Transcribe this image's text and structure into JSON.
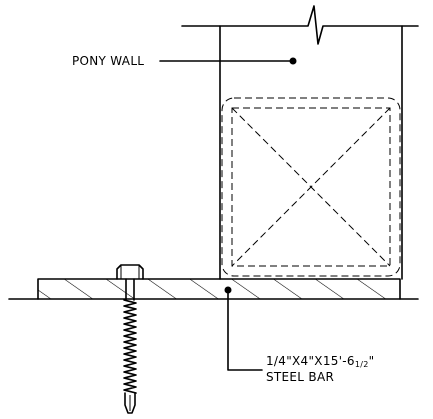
{
  "labels": {
    "pony_wall": "PONY WALL",
    "bar_size": "1/4\"X4\"X15'-6",
    "bar_size_fraction": "1/2",
    "bar_size_suffix": "\"",
    "bar_material": "STEEL BAR"
  }
}
